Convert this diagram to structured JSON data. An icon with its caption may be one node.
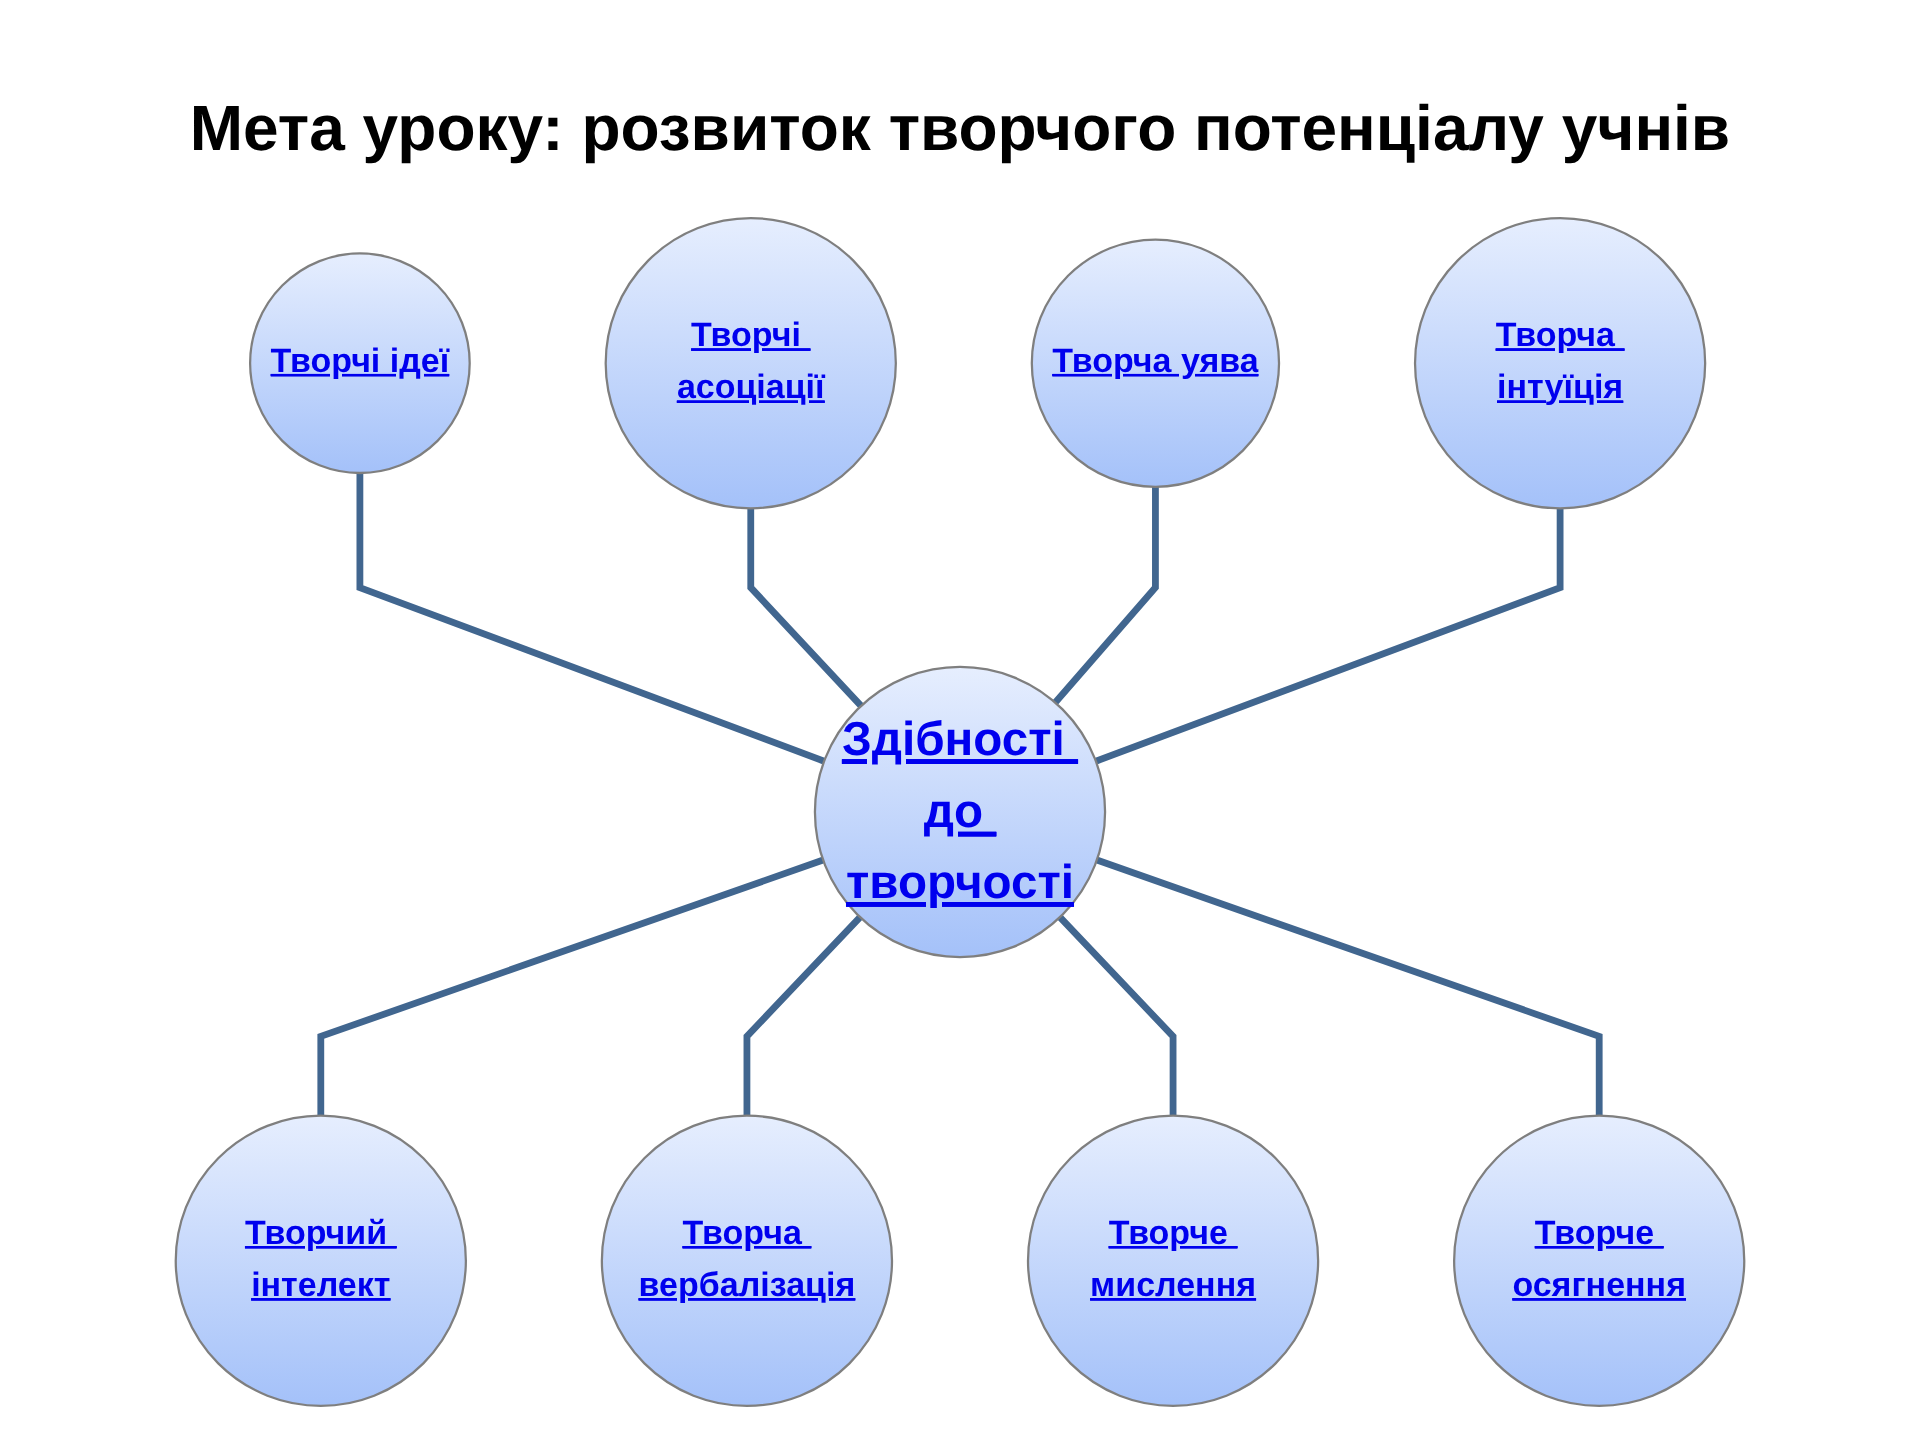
{
  "diagram": {
    "title": "Мета уроку: розвиток творчого потенціалу учнів",
    "nodes": [
      {
        "text": [
          "Здібності до творчості"
        ]
      },
      {
        "text": [
          "Творча уява"
        ]
      },
      {
        "text": [
          "Творча інтуїція"
        ]
      },
      {
        "text": [
          "Творче осягнення"
        ]
      },
      {
        "text": [
          "Творче мислення"
        ]
      },
      {
        "text": [
          "Творча вербалізація"
        ]
      },
      {
        "text": [
          "Творчий інтелект"
        ]
      },
      {
        "text": [
          "Творчі ідеї"
        ]
      },
      {
        "text": [
          "Творчі асоціації"
        ]
      }
    ],
    "edges": [
      {
        "from": 7,
        "to": 0,
        "arrow": "none"
      },
      {
        "from": 8,
        "to": 0,
        "arrow": "none"
      },
      {
        "from": 1,
        "to": 0,
        "arrow": "none"
      },
      {
        "from": 2,
        "to": 0,
        "arrow": "none"
      },
      {
        "from": 0,
        "to": 6,
        "arrow": "none"
      },
      {
        "from": 0,
        "to": 5,
        "arrow": "none"
      },
      {
        "from": 0,
        "to": 4,
        "arrow": "none"
      },
      {
        "from": 0,
        "to": 3,
        "arrow": "none"
      }
    ]
  }
}
